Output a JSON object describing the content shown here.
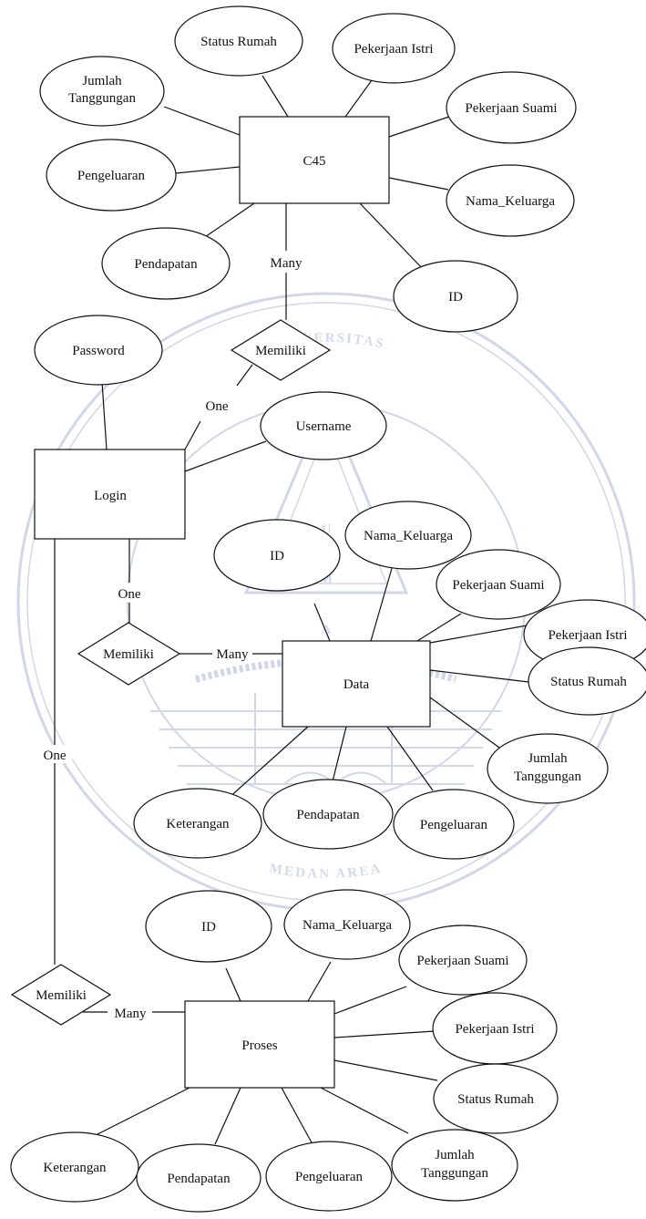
{
  "watermark": {
    "top_text": "UNIVERSITAS",
    "bottom_text": "MEDAN AREA",
    "letters": [
      "U",
      "M",
      "A"
    ],
    "color": "#d2d6ea"
  },
  "entities": {
    "c45": "C45",
    "login": "Login",
    "data": "Data",
    "proses": "Proses"
  },
  "relationships": {
    "c45_login": "Memiliki",
    "login_data": "Memiliki",
    "login_proses": "Memiliki"
  },
  "cardinalities": {
    "c45_side": "Many",
    "login_to_c45": "One",
    "login_to_data": "One",
    "data_side": "Many",
    "login_to_proses": "One",
    "proses_side": "Many"
  },
  "attributes": {
    "c45": {
      "status_rumah": "Status Rumah",
      "pekerjaan_istri": "Pekerjaan Istri",
      "jumlah_tanggungan_1": "Jumlah",
      "jumlah_tanggungan_2": "Tanggungan",
      "pekerjaan_suami": "Pekerjaan Suami",
      "pengeluaran": "Pengeluaran",
      "nama_keluarga": "Nama_Keluarga",
      "pendapatan": "Pendapatan",
      "id": "ID"
    },
    "login": {
      "password": "Password",
      "username": "Username"
    },
    "data": {
      "id": "ID",
      "nama_keluarga": "Nama_Keluarga",
      "pekerjaan_suami": "Pekerjaan Suami",
      "pekerjaan_istri": "Pekerjaan Istri",
      "status_rumah": "Status Rumah",
      "jumlah_tanggungan_1": "Jumlah",
      "jumlah_tanggungan_2": "Tanggungan",
      "keterangan": "Keterangan",
      "pendapatan": "Pendapatan",
      "pengeluaran": "Pengeluaran"
    },
    "proses": {
      "id": "ID",
      "nama_keluarga": "Nama_Keluarga",
      "pekerjaan_suami": "Pekerjaan Suami",
      "pekerjaan_istri": "Pekerjaan Istri",
      "status_rumah": "Status Rumah",
      "keterangan": "Keterangan",
      "pendapatan": "Pendapatan",
      "pengeluaran": "Pengeluaran",
      "jumlah_tanggungan_1": "Jumlah",
      "jumlah_tanggungan_2": "Tanggungan"
    }
  }
}
